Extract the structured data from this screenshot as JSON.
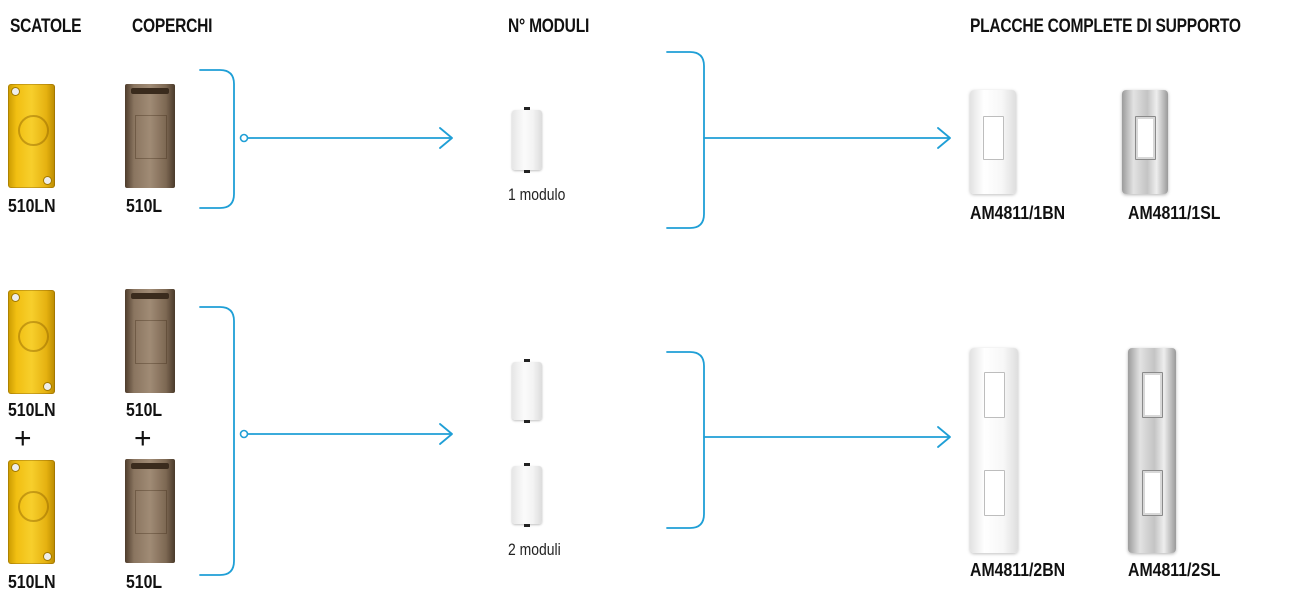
{
  "headers": {
    "scatole": "SCATOLE",
    "coperchi": "COPERCHI",
    "moduli": "N° MODULI",
    "placche": "PLACCHE COMPLETE DI SUPPORTO"
  },
  "row1": {
    "box_code": "510LN",
    "cover_code": "510L",
    "module_label": "1 modulo",
    "plate_white_code": "AM4811/1BN",
    "plate_silver_code": "AM4811/1SL"
  },
  "row2": {
    "box_code_top": "510LN",
    "cover_code_top": "510L",
    "plus_left": "+",
    "plus_right": "+",
    "box_code_bottom": "510LN",
    "cover_code_bottom": "510L",
    "module_label": "2 moduli",
    "plate_white_code": "AM4811/2BN",
    "plate_silver_code": "AM4811/2SL"
  },
  "colors": {
    "connector_line": "#1f9fd6",
    "box_yellow": "#f1bf12",
    "cover_brown": "#8a7560"
  },
  "icons": {
    "arrow": "arrow-right-icon",
    "bracket": "bracket-icon"
  }
}
